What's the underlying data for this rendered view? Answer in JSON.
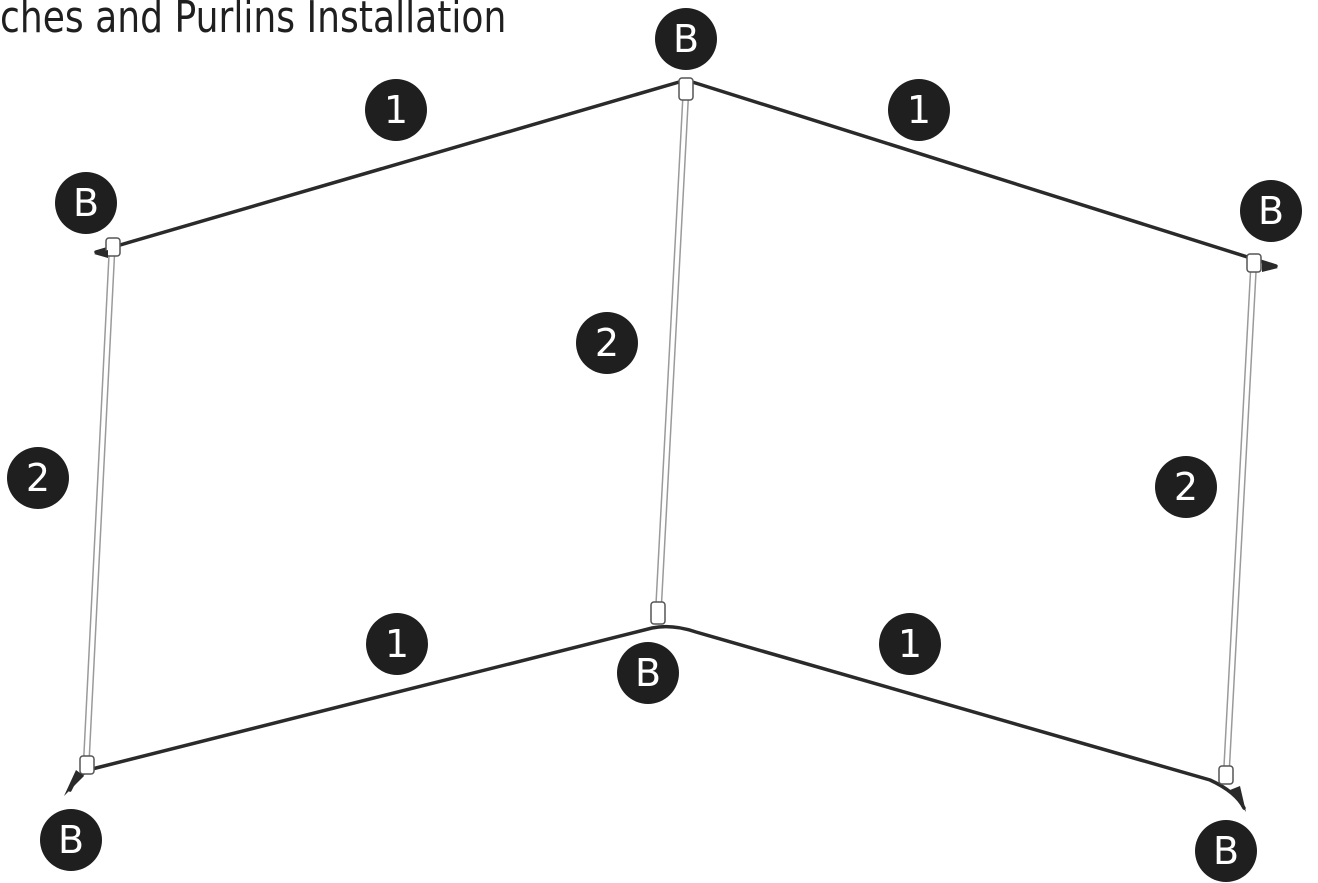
{
  "title": "ches and Purlins Installation",
  "labels": {
    "part_1": "1",
    "part_2": "2",
    "joint_b": "B"
  }
}
